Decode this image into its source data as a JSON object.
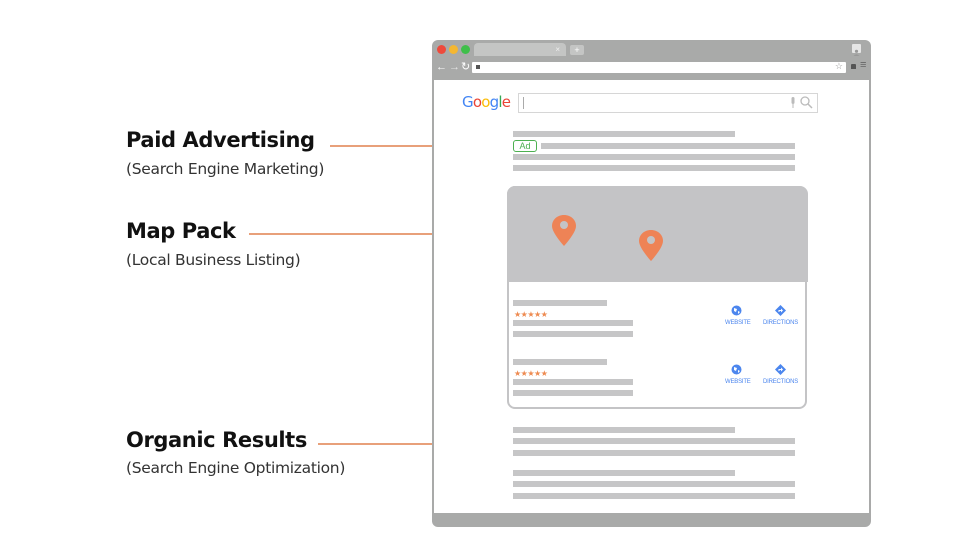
{
  "annotations": [
    {
      "title": "Paid Advertising",
      "subtitle": "(Search Engine Marketing)"
    },
    {
      "title": "Map Pack",
      "subtitle": "(Local Business Listing)"
    },
    {
      "title": "Organic Results",
      "subtitle": "(Search Engine Optimization)"
    }
  ],
  "browser": {
    "window_controls": [
      "close",
      "minimize",
      "maximize"
    ],
    "new_tab_symbol": "+",
    "tab_close_symbol": "×",
    "address_lock_icon": "lock-icon",
    "star_icon": "☆",
    "menu_icon": "≡"
  },
  "search_page": {
    "logo": [
      {
        "char": "G",
        "color": "#4285f4"
      },
      {
        "char": "o",
        "color": "#ea4335"
      },
      {
        "char": "o",
        "color": "#fbbc05"
      },
      {
        "char": "g",
        "color": "#4285f4"
      },
      {
        "char": "l",
        "color": "#34a853"
      },
      {
        "char": "e",
        "color": "#ea4335"
      }
    ],
    "search_value": "",
    "ad_badge": "Ad",
    "map_pack": {
      "listings": [
        {
          "rating_stars": "★★★★★",
          "website_label": "WEBSITE",
          "directions_label": "DIRECTIONS"
        },
        {
          "rating_stars": "★★★★★",
          "website_label": "WEBSITE",
          "directions_label": "DIRECTIONS"
        }
      ]
    }
  },
  "colors": {
    "accent": "#e8a07a",
    "pin": "#ee8356",
    "ad_green": "#4cb050",
    "link_blue": "#4c86ee",
    "placeholder_gray": "#c6c6c7"
  }
}
